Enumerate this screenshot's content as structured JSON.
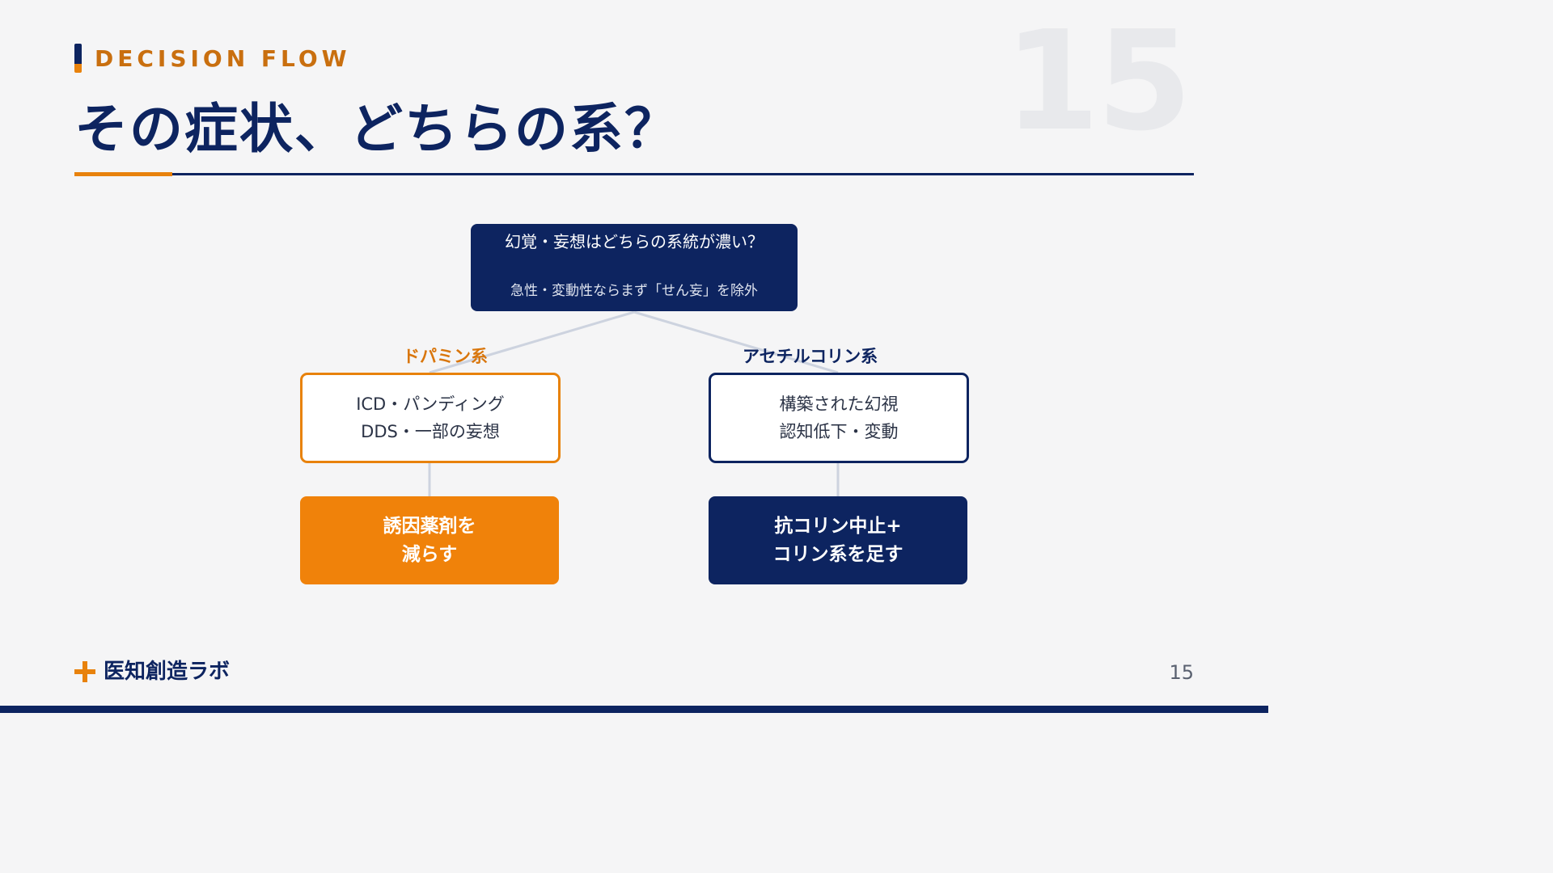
{
  "header": {
    "eyebrow": "DECISION FLOW",
    "slide_number_bg": "15",
    "title": "その症状、どちらの系？"
  },
  "flow": {
    "root": {
      "question": "幻覚・妄想はどちらの系統が濃い？",
      "note": "急性・変動性ならまず「せん妄」を除外"
    },
    "branches": [
      {
        "label": "ドパミン系",
        "symptoms": [
          "ICD・パンディング",
          "DDS・一部の妄想"
        ],
        "action": [
          "誘因薬剤を",
          "減らす"
        ],
        "color": "#e8820c"
      },
      {
        "label": "アセチルコリン系",
        "symptoms": [
          "構築された幻視",
          "認知低下・変動"
        ],
        "action": [
          "抗コリン中止+",
          "コリン系を足す"
        ],
        "color": "#0d2460"
      }
    ]
  },
  "footer": {
    "brand": "医知創造ラボ",
    "page_number": "15"
  },
  "colors": {
    "navy": "#0d2460",
    "orange": "#e8820c",
    "background": "#f5f5f6",
    "connector": "#cdd3df"
  },
  "icons": {
    "brand_mark": "plus-icon"
  }
}
